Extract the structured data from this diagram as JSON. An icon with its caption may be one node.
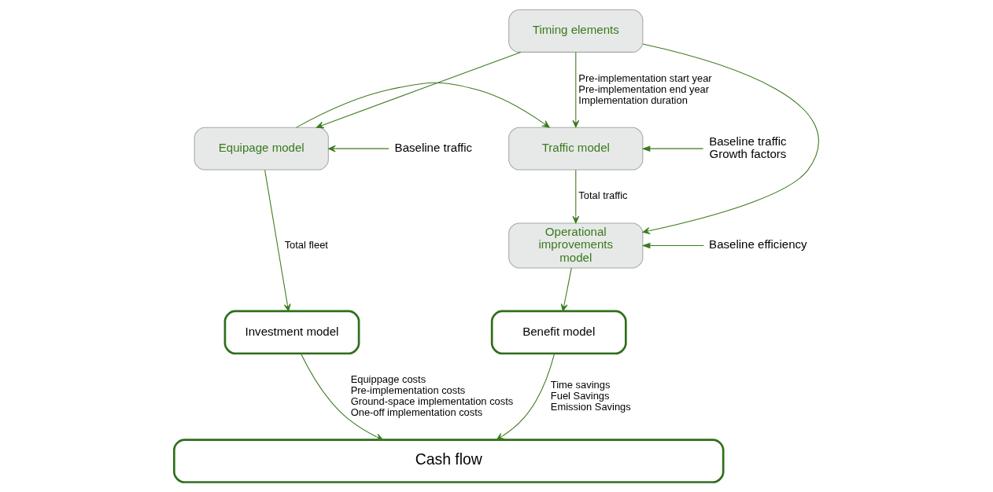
{
  "diagram": {
    "nodes": [
      {
        "text": [
          "Timing elements"
        ]
      },
      {
        "text": [
          "Equipage model"
        ]
      },
      {
        "text": [
          "Traffic model"
        ]
      },
      {
        "text": [
          "Operational improvements model"
        ]
      },
      {
        "text": [
          "Investment model"
        ]
      },
      {
        "text": [
          "Benefit model"
        ]
      },
      {
        "text": [
          "Cash flow"
        ]
      },
      {
        "text": [
          "Baseline traffic"
        ]
      },
      {
        "text": [
          "Baseline traffic",
          "Growth factors"
        ]
      },
      {
        "text": [
          "Baseline efficiency"
        ]
      }
    ],
    "edges": [
      {
        "from": 0,
        "to": 1,
        "arrow": "to"
      },
      {
        "from": 0,
        "to": 2,
        "arrow": "to",
        "label": "Pre-implementation start year Pre-implementation end year Implementation duration"
      },
      {
        "from": 0,
        "to": 3,
        "arrow": "to"
      },
      {
        "from": 7,
        "to": 1,
        "arrow": "to"
      },
      {
        "from": 1,
        "to": 2,
        "arrow": "to"
      },
      {
        "from": 8,
        "to": 2,
        "arrow": "to"
      },
      {
        "from": 1,
        "to": 4,
        "arrow": "to",
        "label": "Total fleet"
      },
      {
        "from": 2,
        "to": 3,
        "arrow": "to",
        "label": "Total traffic"
      },
      {
        "from": 9,
        "to": 3,
        "arrow": "to"
      },
      {
        "from": 3,
        "to": 5,
        "arrow": "to"
      },
      {
        "from": 4,
        "to": 6,
        "arrow": "to",
        "label": "Equippage costs Pre-implementation costs Ground-space implementation costs One-off implementation costs"
      },
      {
        "from": 5,
        "to": 6,
        "arrow": "to",
        "label": "Time savings Fuel Savings Emission Savings"
      }
    ]
  }
}
